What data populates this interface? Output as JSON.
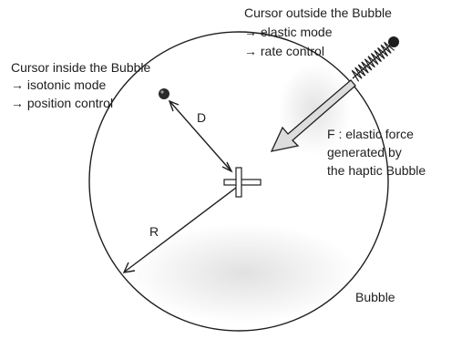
{
  "inside": {
    "title": "Cursor inside the Bubble",
    "line1": "→ isotonic mode",
    "line2": "→ position control"
  },
  "outside": {
    "title": "Cursor outside the Bubble",
    "line1": "→ elastic mode",
    "line2": "→ rate control"
  },
  "force": {
    "line1": "F : elastic force",
    "line2": "generated by",
    "line3": "the haptic Bubble"
  },
  "labels": {
    "d": "D",
    "r": "R",
    "bubble": "Bubble"
  },
  "colors": {
    "ink": "#1e1e1e",
    "shade": "#c8c8c8"
  },
  "icons": {
    "inner_cursor": "filled-dot",
    "outer_cursor": "filled-dot",
    "center": "crosshair",
    "spring": "coil-spring"
  }
}
